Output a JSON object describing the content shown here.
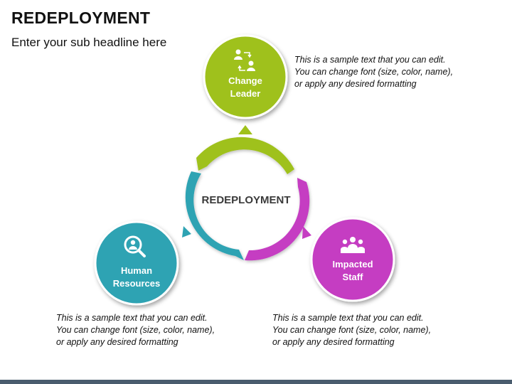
{
  "header": {
    "title": "REDEPLOYMENT",
    "subtitle": "Enter your sub headline here"
  },
  "center": {
    "label": "REDEPLOYMENT"
  },
  "nodes": [
    {
      "id": "change-leader",
      "line1": "Change",
      "line2": "Leader",
      "color": "#9fc11b",
      "icon": "exchange-people-icon"
    },
    {
      "id": "human-resources",
      "line1": "Human",
      "line2": "Resources",
      "color": "#2ea3b3",
      "icon": "magnifier-person-icon"
    },
    {
      "id": "impacted-staff",
      "line1": "Impacted",
      "line2": "Staff",
      "color": "#c53ec2",
      "icon": "group-people-icon"
    }
  ],
  "descriptions": {
    "change_leader": [
      "This is a sample text that you can edit.",
      "You can change font (size, color, name),",
      "or apply any desired formatting"
    ],
    "human_resources": [
      "This is a sample text that you can edit.",
      "You can change font (size, color, name),",
      "or apply any desired formatting"
    ],
    "impacted_staff": [
      "This is a sample text that you can edit.",
      "You can change font (size, color, name),",
      "or apply any desired formatting"
    ]
  },
  "colors": {
    "green": "#9fc11b",
    "teal": "#2ea3b3",
    "magenta": "#c53ec2",
    "footer": "#4a5c6e"
  }
}
